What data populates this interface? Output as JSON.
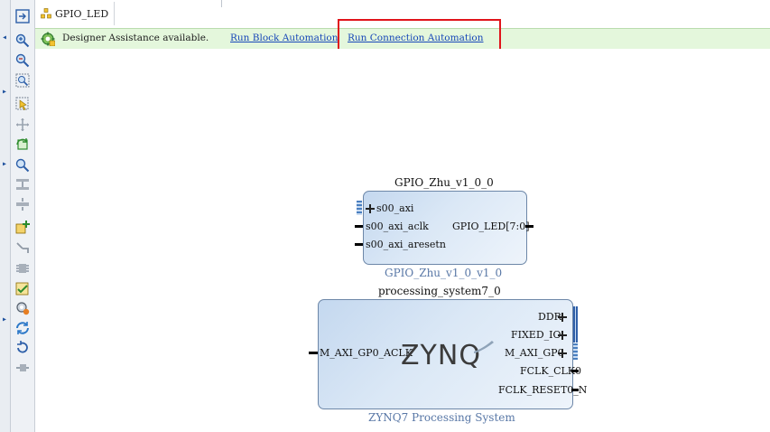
{
  "tab": {
    "title": "GPIO_LED"
  },
  "banner": {
    "text": "Designer Assistance available.",
    "run_block_automation": "Run Block Automation",
    "run_connection_automation": "Run Connection Automation"
  },
  "toolbar": {
    "icons": [
      "fit-view-icon",
      "zoom-in-icon",
      "zoom-out-icon",
      "zoom-fit-icon",
      "select-area-icon",
      "move-icon",
      "regenerate-layout-icon",
      "search-icon",
      "collapse-icon",
      "expand-icon",
      "add-ip-icon",
      "make-connection-icon",
      "add-module-icon",
      "validate-design-icon",
      "settings-icon",
      "refresh-icon",
      "rotate-icon",
      "port-icon"
    ]
  },
  "blocks": {
    "gpio": {
      "instance_name": "GPIO_Zhu_v1_0_0",
      "ip_name": "GPIO_Zhu_v1_0_v1_0",
      "ports_left": [
        "s00_axi",
        "s00_axi_aclk",
        "s00_axi_aresetn"
      ],
      "ports_right": [
        "GPIO_LED[7:0]"
      ]
    },
    "ps7": {
      "instance_name": "processing_system7_0",
      "ip_name": "ZYNQ7 Processing System",
      "logo": "ZYNQ",
      "ports_left": [
        "M_AXI_GP0_ACLK"
      ],
      "ports_right": [
        "DDR",
        "FIXED_IO",
        "M_AXI_GP0",
        "FCLK_CLK0",
        "FCLK_RESET0_N"
      ]
    }
  },
  "colors": {
    "banner_bg": "#e4f7dc",
    "link": "#1747b8",
    "highlight": "#e0141b",
    "block_border": "#6d87a8"
  }
}
